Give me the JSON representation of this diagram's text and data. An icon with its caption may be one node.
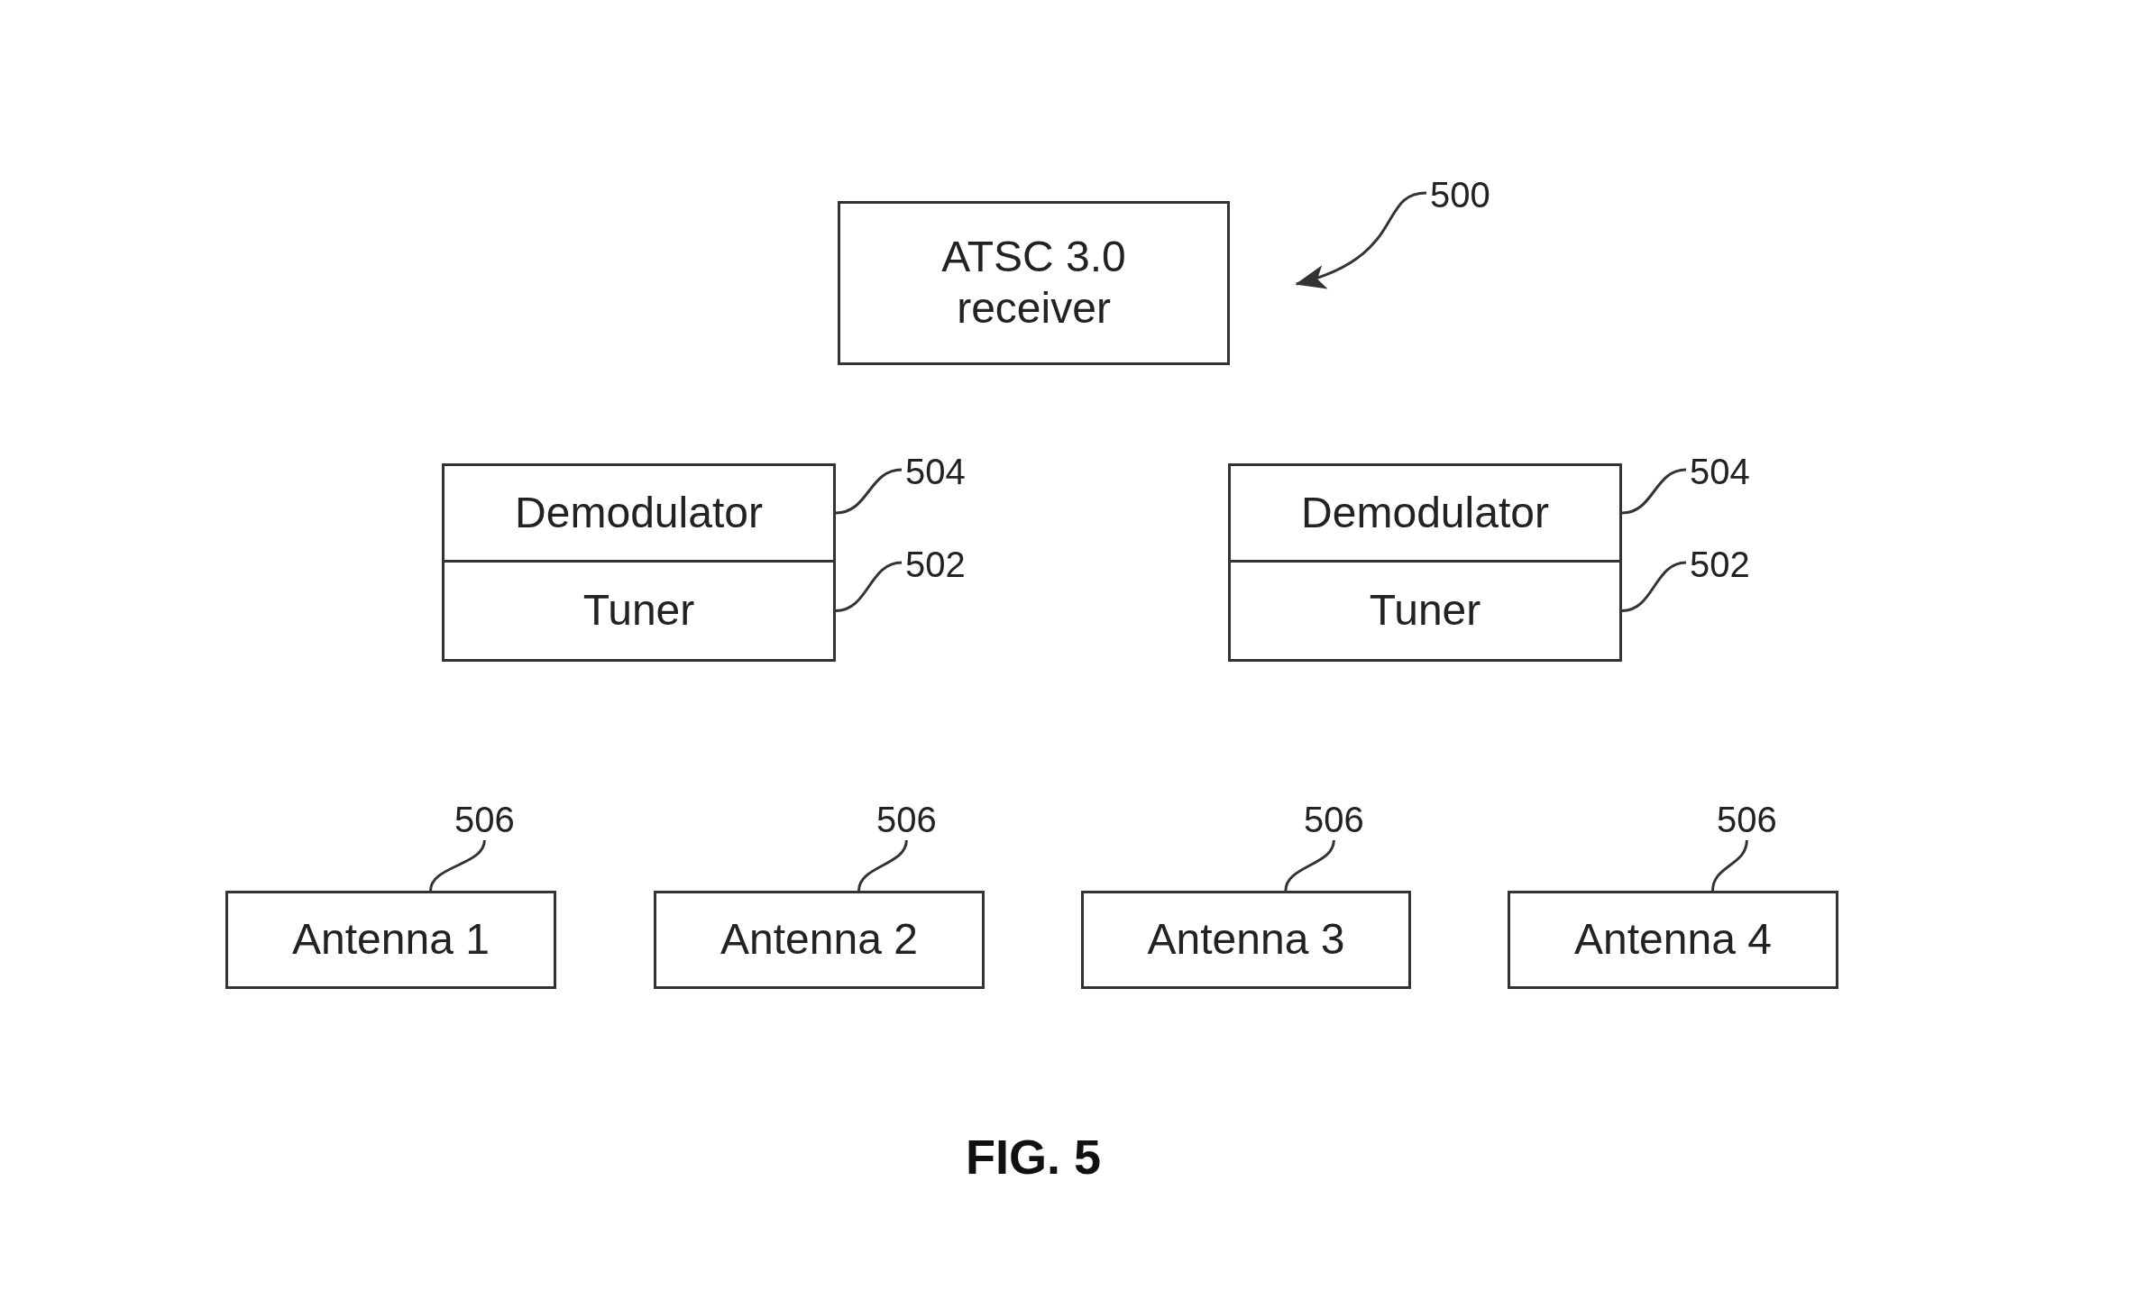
{
  "diagram": {
    "caption": "FIG. 5",
    "nodes": [
      {
        "text": [
          "ATSC 3.0 receiver"
        ]
      },
      {
        "text": [
          "500"
        ]
      },
      {
        "text": [
          "Demodulator"
        ]
      },
      {
        "text": [
          "504"
        ]
      },
      {
        "text": [
          "Demodulator"
        ]
      },
      {
        "text": [
          "504"
        ]
      },
      {
        "text": [
          "Tuner"
        ]
      },
      {
        "text": [
          "502"
        ]
      },
      {
        "text": [
          "Tuner"
        ]
      },
      {
        "text": [
          "502"
        ]
      },
      {
        "text": [
          "506"
        ]
      },
      {
        "text": [
          "506"
        ]
      },
      {
        "text": [
          "506"
        ]
      },
      {
        "text": [
          "506"
        ]
      },
      {
        "text": [
          "Antenna 1"
        ]
      },
      {
        "text": [
          "Antenna 2"
        ]
      },
      {
        "text": [
          "Antenna 3"
        ]
      },
      {
        "text": [
          "Antenna 4"
        ]
      }
    ],
    "edges": [
      {
        "from": 1,
        "to": null,
        "arrow": "to"
      },
      {
        "from": 3,
        "to": 2,
        "arrow": "none"
      },
      {
        "from": 5,
        "to": 4,
        "arrow": "none"
      },
      {
        "from": 7,
        "to": 6,
        "arrow": "none"
      },
      {
        "from": 9,
        "to": 8,
        "arrow": "none"
      },
      {
        "from": 10,
        "to": 14,
        "arrow": "none"
      },
      {
        "from": 11,
        "to": 15,
        "arrow": "none"
      },
      {
        "from": 12,
        "to": 16,
        "arrow": "none"
      },
      {
        "from": 13,
        "to": 17,
        "arrow": "none"
      }
    ]
  }
}
